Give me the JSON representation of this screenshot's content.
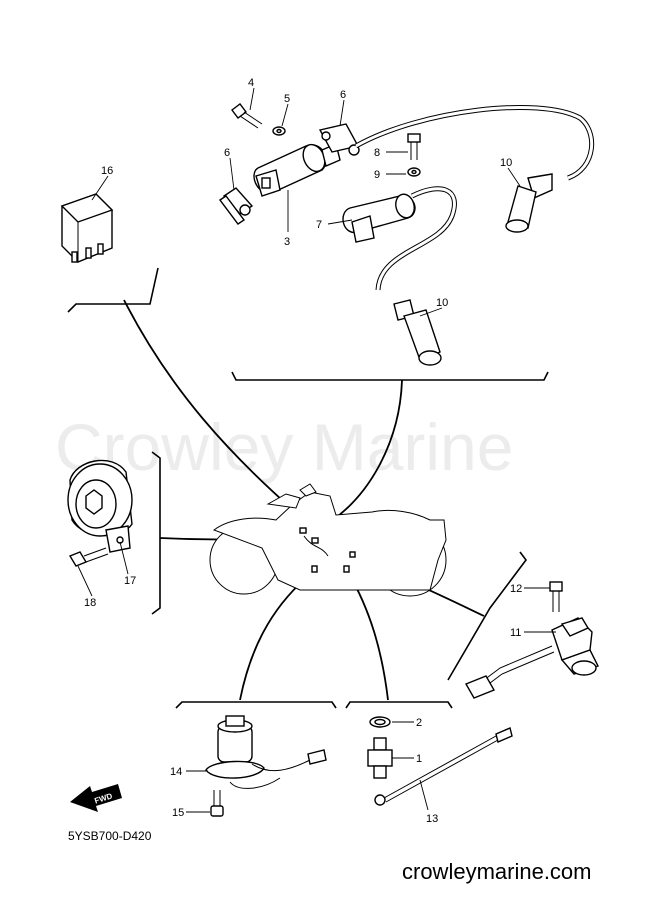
{
  "watermark": "Crowley Marine",
  "drawing_code": "5YSB700-D420",
  "site_url": "crowleymarine.com",
  "fwd_label": "FWD",
  "callouts": {
    "c1": "1",
    "c2": "2",
    "c3": "3",
    "c4": "4",
    "c5": "5",
    "c6a": "6",
    "c6b": "6",
    "c7": "7",
    "c8": "8",
    "c9": "9",
    "c10a": "10",
    "c10b": "10",
    "c11": "11",
    "c12": "12",
    "c13": "13",
    "c14": "14",
    "c15": "15",
    "c16": "16",
    "c17": "17",
    "c18": "18"
  }
}
